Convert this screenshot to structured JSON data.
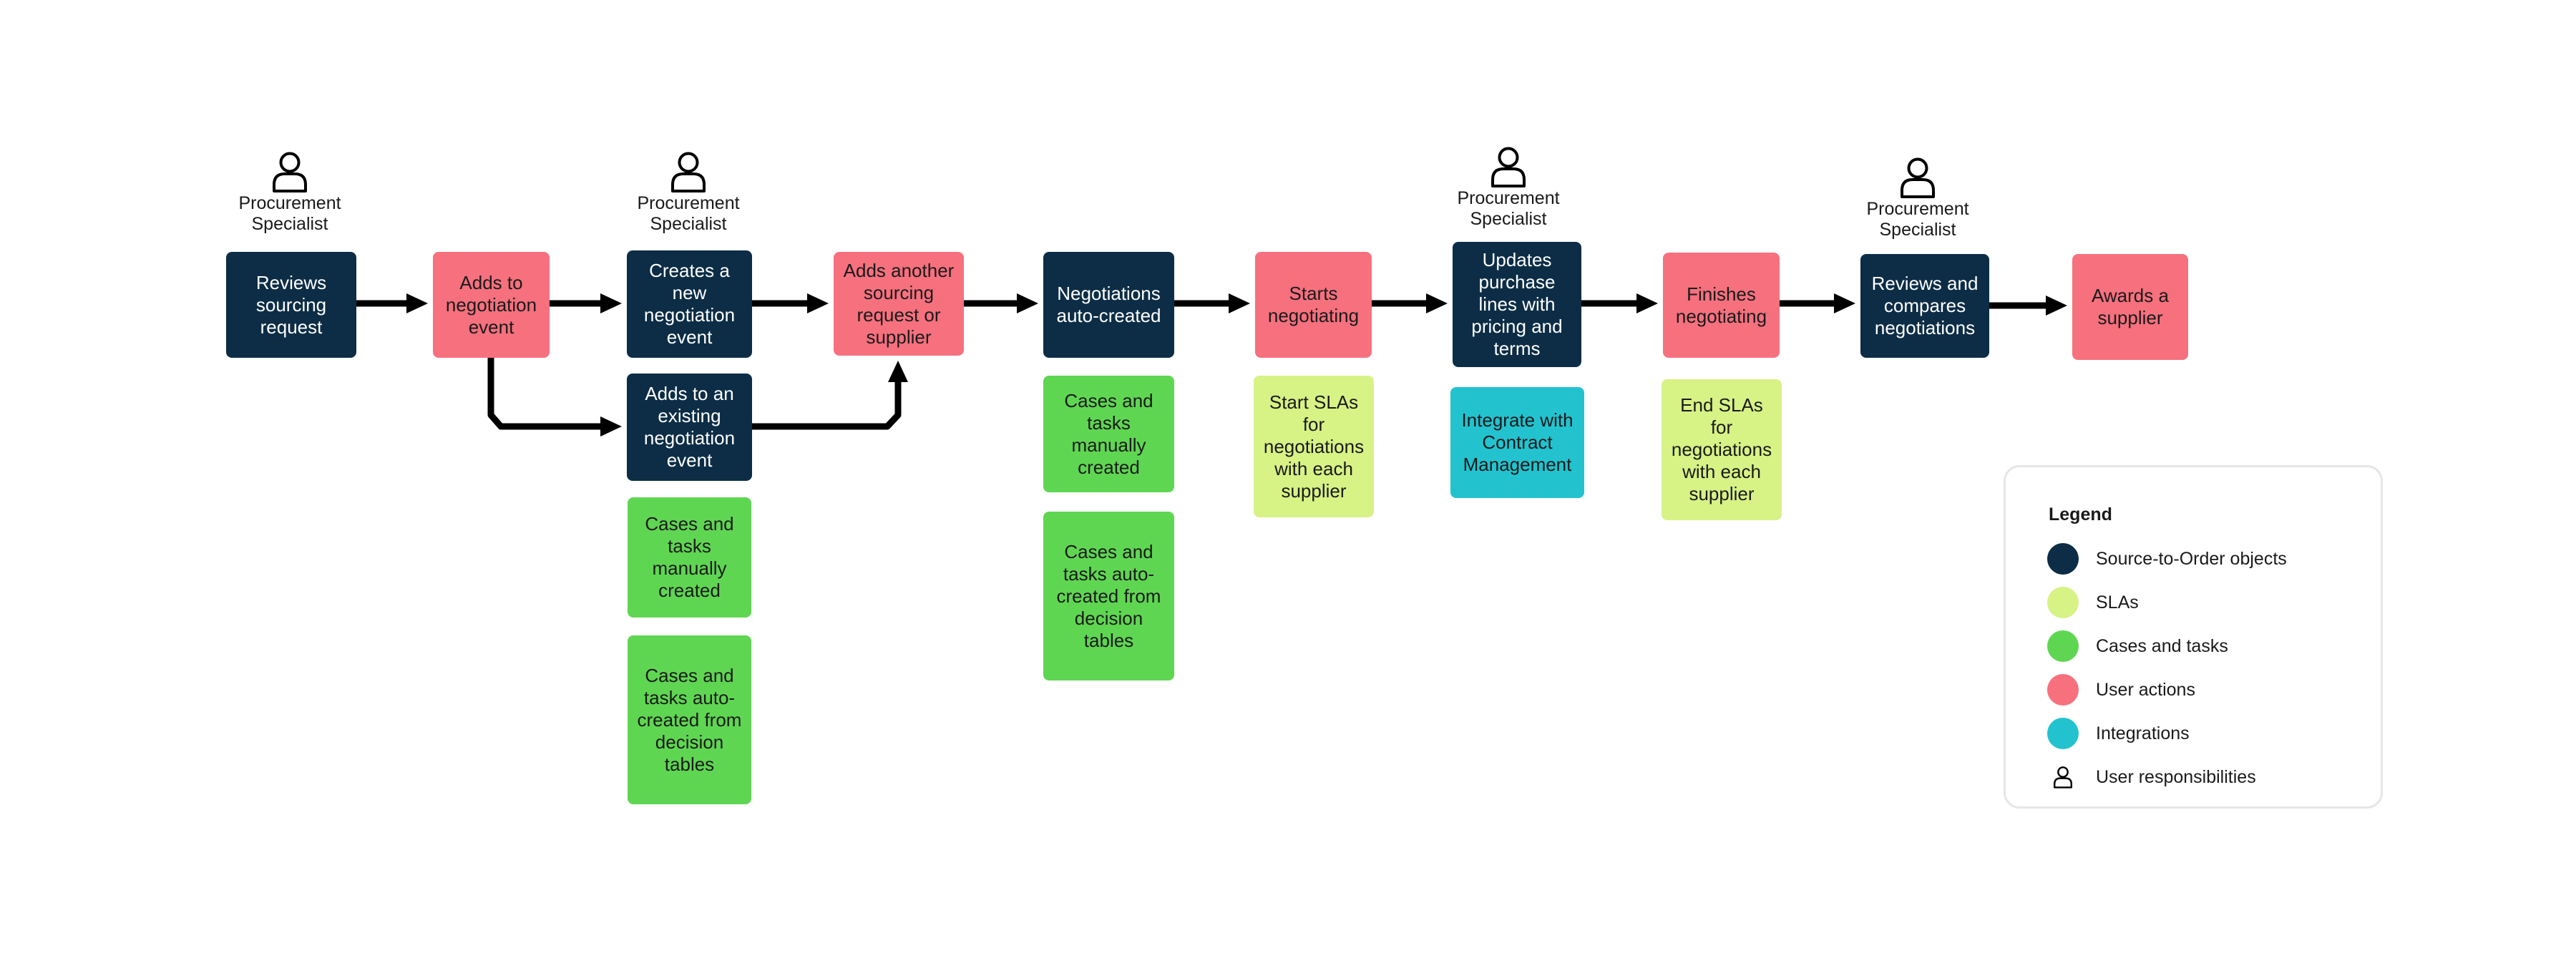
{
  "colors": {
    "source_to_order": "#0c2d45",
    "slas": "#d7f285",
    "cases_tasks": "#5fd652",
    "user_actions": "#f6707e",
    "integrations": "#22c3cf",
    "arrow": "#000000"
  },
  "personas": {
    "p1": "Procurement Specialist",
    "p2": "Procurement Specialist",
    "p3": "Procurement Specialist",
    "p4": "Procurement Specialist"
  },
  "nodes": {
    "reviews_sourcing": "Reviews sourcing request",
    "adds_to_event": "Adds to negotiation event",
    "creates_event": "Creates a new negotiation event",
    "adds_existing": "Adds to an existing negotiation event",
    "cases_manual_1": "Cases and tasks manually created",
    "cases_auto_1": "Cases and tasks auto-created from decision tables",
    "adds_another": "Adds another sourcing request or supplier",
    "negotiations_auto": "Negotiations auto-created",
    "cases_manual_2": "Cases and tasks manually created",
    "cases_auto_2": "Cases and tasks auto-created from decision tables",
    "starts_negotiating": "Starts negotiating",
    "start_slas": "Start SLAs for negotiations with each supplier",
    "updates_lines": "Updates purchase lines with pricing and terms",
    "integrate_contract": "Integrate with Contract Management",
    "finishes_negotiating": "Finishes negotiating",
    "end_slas": "End SLAs for negotiations with each supplier",
    "reviews_compares": "Reviews and compares negotiations",
    "awards_supplier": "Awards a supplier"
  },
  "legend": {
    "title": "Legend",
    "items": [
      {
        "label": "Source-to-Order objects",
        "color": "#0c2d45"
      },
      {
        "label": "SLAs",
        "color": "#d7f285"
      },
      {
        "label": "Cases and tasks",
        "color": "#5fd652"
      },
      {
        "label": "User actions",
        "color": "#f6707e"
      },
      {
        "label": "Integrations",
        "color": "#22c3cf"
      }
    ],
    "person_label": "User responsibilities",
    "person_icon": "person-icon"
  }
}
